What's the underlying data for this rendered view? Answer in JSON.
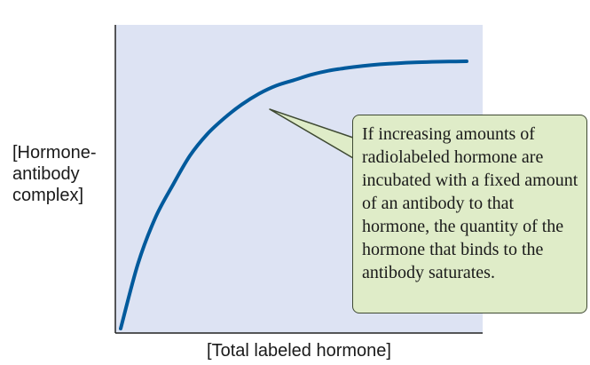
{
  "chart_data": {
    "type": "line",
    "title": "",
    "xlabel": "[Total labeled hormone]",
    "ylabel": "[Hormone-\nantibody\ncomplex]",
    "xlim": [
      0,
      1
    ],
    "ylim": [
      0,
      1
    ],
    "grid": false,
    "series": [
      {
        "color": "#005a9c",
        "x": [
          0,
          0.05,
          0.1,
          0.15,
          0.2,
          0.25,
          0.3,
          0.35,
          0.4,
          0.45,
          0.5,
          0.55,
          0.6,
          0.65,
          0.7,
          0.75,
          0.8,
          0.85,
          0.9,
          0.95,
          1.0
        ],
        "y": [
          0.0,
          0.24,
          0.41,
          0.53,
          0.64,
          0.72,
          0.78,
          0.83,
          0.87,
          0.9,
          0.92,
          0.94,
          0.955,
          0.965,
          0.973,
          0.979,
          0.983,
          0.986,
          0.988,
          0.989,
          0.99
        ]
      }
    ],
    "annotation": {
      "text": "If increasing amounts of radiolabeled hormone are incubated with a fixed amount of an antibody to that hormone, the quantity of the hormone that binds to the antibody saturates.",
      "points_to": {
        "x": 0.42,
        "y": 0.885
      }
    }
  },
  "colors": {
    "plot_background": "#dde3f3",
    "curve": "#005a9c",
    "callout_fill": "#dfecc8",
    "callout_border": "#3f4a33",
    "axis": "#222222"
  }
}
